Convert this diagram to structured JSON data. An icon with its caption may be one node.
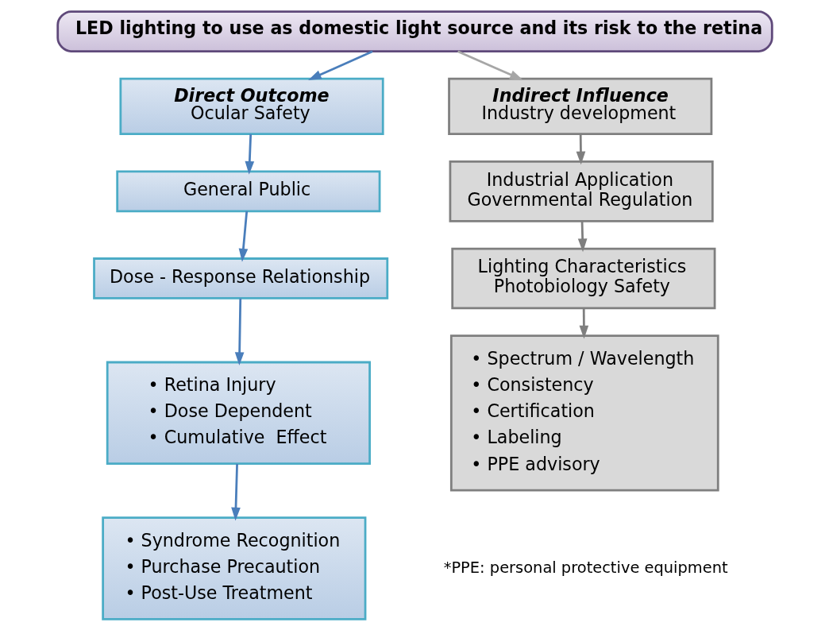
{
  "diagram": {
    "nodes": [
      {
        "text": [
          "LED lighting to use as domestic light source and its risk to the retina"
        ]
      },
      {
        "text": [
          "Direct Outcome",
          "Ocular Safety"
        ]
      },
      {
        "text": [
          "General Public"
        ]
      },
      {
        "text": [
          "Dose - Response Relationship"
        ]
      },
      {
        "text": [
          "• Retina Injury",
          "• Dose Dependent",
          "• Cumulative  Effect"
        ]
      },
      {
        "text": [
          "• Syndrome Recognition",
          "• Purchase Precaution",
          "• Post-Use Treatment"
        ]
      },
      {
        "text": [
          "Indirect Influence",
          "Industry development"
        ]
      },
      {
        "text": [
          "Industrial Application",
          "Governmental Regulation"
        ]
      },
      {
        "text": [
          "Lighting Characteristics",
          "Photobiology Safety"
        ]
      },
      {
        "text": [
          "• Spectrum / Wavelength",
          "• Consistency",
          "• Certification",
          "• Labeling",
          "• PPE advisory"
        ]
      }
    ],
    "edges": [
      {
        "from": 0,
        "to": 1,
        "arrow": "to"
      },
      {
        "from": 0,
        "to": 6,
        "arrow": "to",
        "color": "#a6a6a6"
      },
      {
        "from": 1,
        "to": 2,
        "arrow": "to"
      },
      {
        "from": 2,
        "to": 3,
        "arrow": "to"
      },
      {
        "from": 3,
        "to": 4,
        "arrow": "to"
      },
      {
        "from": 4,
        "to": 5,
        "arrow": "to"
      },
      {
        "from": 6,
        "to": 7,
        "arrow": "to",
        "color": "#7f7f7f"
      },
      {
        "from": 7,
        "to": 8,
        "arrow": "to",
        "color": "#7f7f7f"
      },
      {
        "from": 8,
        "to": 9,
        "arrow": "to",
        "color": "#7f7f7f"
      }
    ],
    "labels": [
      "*PPE: personal protective equipment"
    ]
  }
}
